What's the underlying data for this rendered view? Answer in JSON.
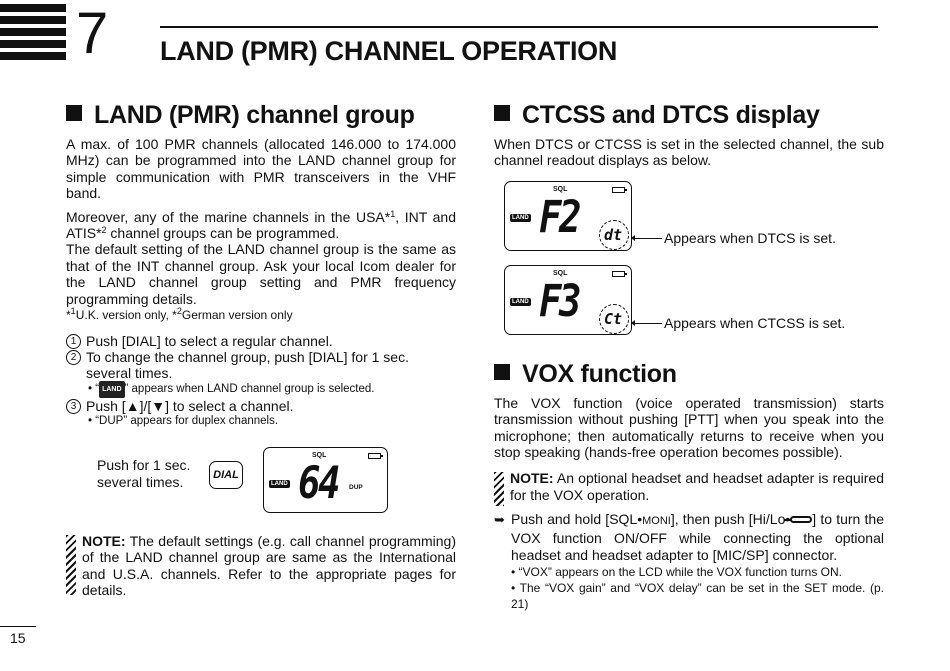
{
  "header": {
    "chapter_number": "7",
    "chapter_title": "LAND (PMR) CHANNEL OPERATION"
  },
  "left": {
    "heading": "LAND (PMR) channel group",
    "para1": "A max. of 100 PMR channels (allocated 146.000 to 174.000 MHz) can be programmed into the LAND channel group for simple communication with PMR transceivers in the VHF band.",
    "para2_a": "Moreover, any of the marine channels in the USA*",
    "para2_sup1": "1",
    "para2_b": ", INT and ATIS*",
    "para2_sup2": "2",
    "para2_c": " channel groups can be programmed.",
    "para3": "The default setting of the LAND channel group is the same as that of the INT channel group. Ask your local Icom dealer for the LAND channel group setting and PMR frequency programming details.",
    "footnote_a": "*",
    "footnote_sup1": "1",
    "footnote_b": "U.K. version only, *",
    "footnote_sup2": "2",
    "footnote_c": "German version only",
    "steps": [
      {
        "num": "1",
        "text": "Push [DIAL] to select a regular channel."
      },
      {
        "num": "2",
        "text": "To change the channel group, push [DIAL] for 1 sec. several times."
      },
      {
        "num": "3",
        "text_a": "Push [",
        "up": "▲",
        "text_b": "]/[",
        "down": "▼",
        "text_c": "] to select a channel."
      }
    ],
    "step2_sub_a": "• “",
    "step2_sub_chip": "LAND",
    "step2_sub_b": "” appears when LAND channel group is selected.",
    "step3_sub": "• “DUP” appears for duplex channels.",
    "push_text_line1": "Push for 1 sec.",
    "push_text_line2": "several times.",
    "dial_key": "DIAL",
    "lcd": {
      "sql": "SQL",
      "land": "LAND",
      "digits": "64",
      "dup": "DUP"
    },
    "note_label": "NOTE:",
    "note_text": " The default settings (e.g. call channel programming) of the LAND channel group are same as the International and U.S.A. channels. Refer to the appropriate pages for details."
  },
  "right": {
    "heading1": "CTCSS and DTCS display",
    "para1": "When DTCS or CTCSS is set in the selected channel, the sub channel readout displays as below.",
    "lcd1": {
      "sql": "SQL",
      "land": "LAND",
      "digits": "F2",
      "sub": "dt"
    },
    "callout1": "Appears when DTCS is set.",
    "lcd2": {
      "sql": "SQL",
      "land": "LAND",
      "digits": "F3",
      "sub": "Ct"
    },
    "callout2": "Appears when CTCSS is set.",
    "heading2": "VOX function",
    "para2": "The VOX function (voice operated transmission) starts transmission without pushing [PTT] when you speak into the microphone; then automatically returns to receive when you stop speaking (hands-free operation becomes possible).",
    "note_label": "NOTE:",
    "note_text": " An optional headset and headset adapter is required for the VOX operation.",
    "arrow_a": "Push and hold [SQL•",
    "arrow_moni": "MONI",
    "arrow_b": "], then push [Hi/Lo•",
    "arrow_c": "] to turn the VOX function ON/OFF while connecting the optional headset and headset adapter to [MIC/SP] connector.",
    "bullet1": "• “VOX” appears on the LCD while the VOX function turns ON.",
    "bullet2": "• The “VOX gain” and “VOX delay” can be set in the SET mode. (p. 21)"
  },
  "footer": {
    "page_number": "15"
  }
}
